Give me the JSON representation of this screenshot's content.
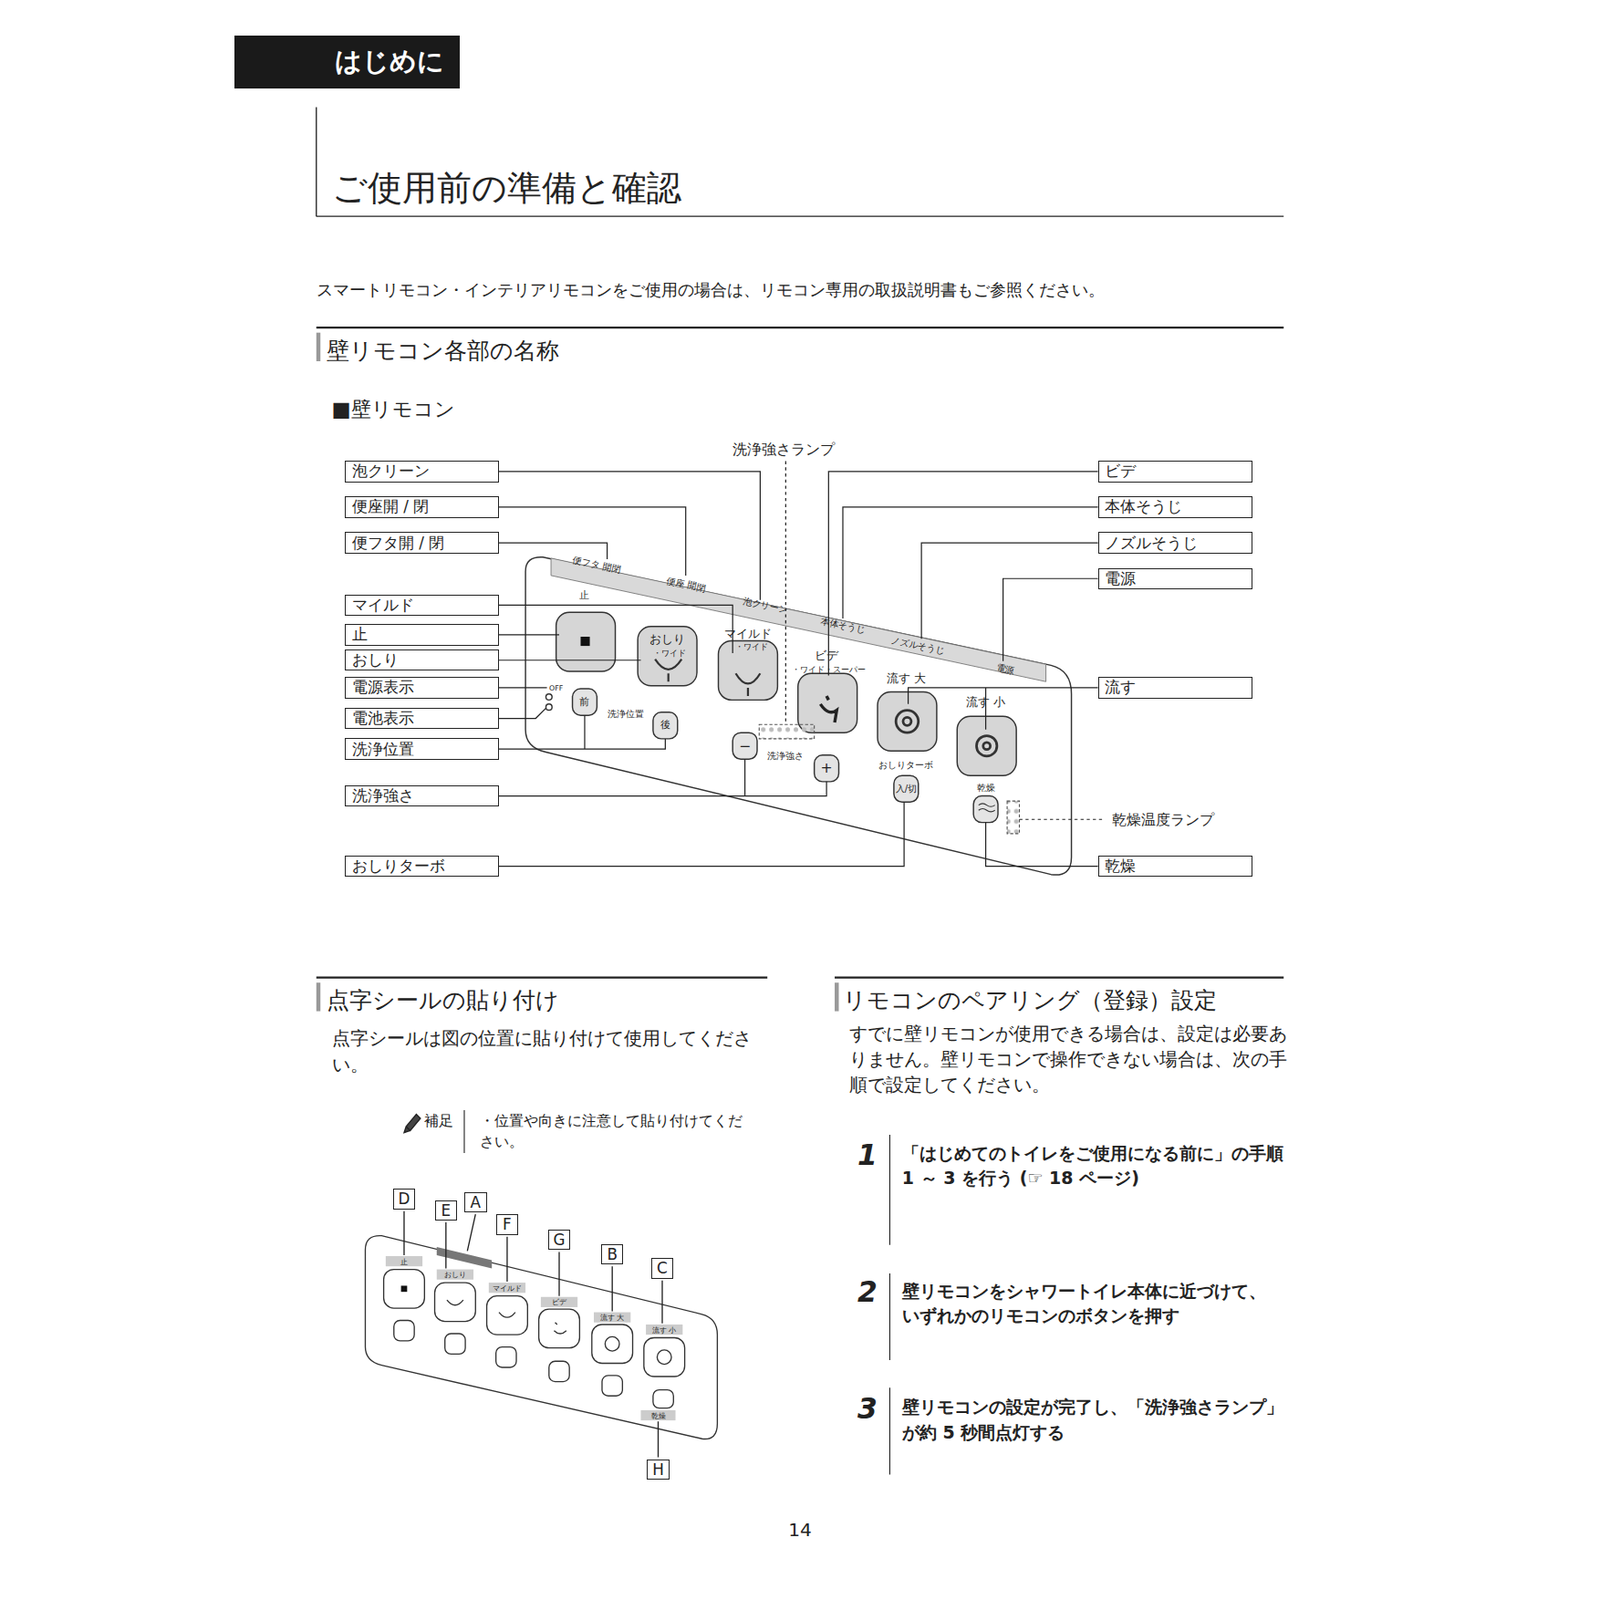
{
  "diagram": {
    "title": "ご使用前の準備と確認",
    "nodes": [
      {
        "text": [
          "はじめに"
        ]
      },
      {
        "text": [
          "泡クリーン"
        ]
      },
      {
        "text": [
          "便座開 / 閉"
        ]
      },
      {
        "text": [
          "便フタ開 / 閉"
        ]
      },
      {
        "text": [
          "マイルド"
        ]
      },
      {
        "text": [
          "止"
        ]
      },
      {
        "text": [
          "おしり"
        ]
      },
      {
        "text": [
          "電源表示"
        ]
      },
      {
        "text": [
          "電池表示"
        ]
      },
      {
        "text": [
          "洗浄位置"
        ]
      },
      {
        "text": [
          "洗浄強さ"
        ]
      },
      {
        "text": [
          "おしりターボ"
        ]
      },
      {
        "text": [
          "ビデ"
        ]
      },
      {
        "text": [
          "本体そうじ"
        ]
      },
      {
        "text": [
          "ノズルそうじ"
        ]
      },
      {
        "text": [
          "電源"
        ]
      },
      {
        "text": [
          "流す"
        ]
      },
      {
        "text": [
          "乾燥"
        ]
      },
      {
        "text": [
          "D"
        ]
      },
      {
        "text": [
          "E"
        ]
      },
      {
        "text": [
          "A"
        ]
      },
      {
        "text": [
          "F"
        ]
      },
      {
        "text": [
          "G"
        ]
      },
      {
        "text": [
          "B"
        ]
      },
      {
        "text": [
          "C"
        ]
      },
      {
        "text": [
          "H"
        ]
      }
    ],
    "labels": [
      "スマートリモコン・インテリアリモコンをご使用の場合は、リモコン専用の取扱説明書もご参照ください。",
      "壁リモコン各部の名称",
      "■壁リモコン",
      "洗浄強さランプ",
      "乾燥温度ランプ",
      "便フタ 開閉",
      "便座 開閉",
      "泡クリーン",
      "本体そうじ",
      "ノズルそうじ",
      "電源",
      "止",
      "おしり",
      "・ワイド",
      "マイルド",
      "・ワイド",
      "ビデ",
      "・ワイド・スーパー",
      "流す 大",
      "流す 小",
      "OFF",
      "前",
      "洗浄位置",
      "後",
      "−",
      "洗浄強さ",
      "+",
      "おしりターボ",
      "入/切",
      "乾燥",
      "点字シールの貼り付け",
      "点字シールは図の位置に貼り付けて使用してください。",
      "補足",
      "・位置や向きに注意して貼り付けてください。",
      "止",
      "おしり",
      "マイルド",
      "ビデ",
      "流す 大",
      "流す 小",
      "乾燥",
      "リモコンのペアリング（登録）設定",
      "すでに壁リモコンが使用できる場合は、設定は必要ありません。壁リモコンで操作できない場合は、次の手順で設定してください。",
      "1",
      "「はじめてのトイレをご使用になる前に」の手順 1 ～ 3 を行う (☞ 18 ページ)",
      "2",
      "壁リモコンをシャワートイレ本体に近づけて、いずれかのリモコンのボタンを押す",
      "3",
      "壁リモコンの設定が完了し、「洗浄強さランプ」が約 5 秒間点灯する",
      "14"
    ]
  }
}
